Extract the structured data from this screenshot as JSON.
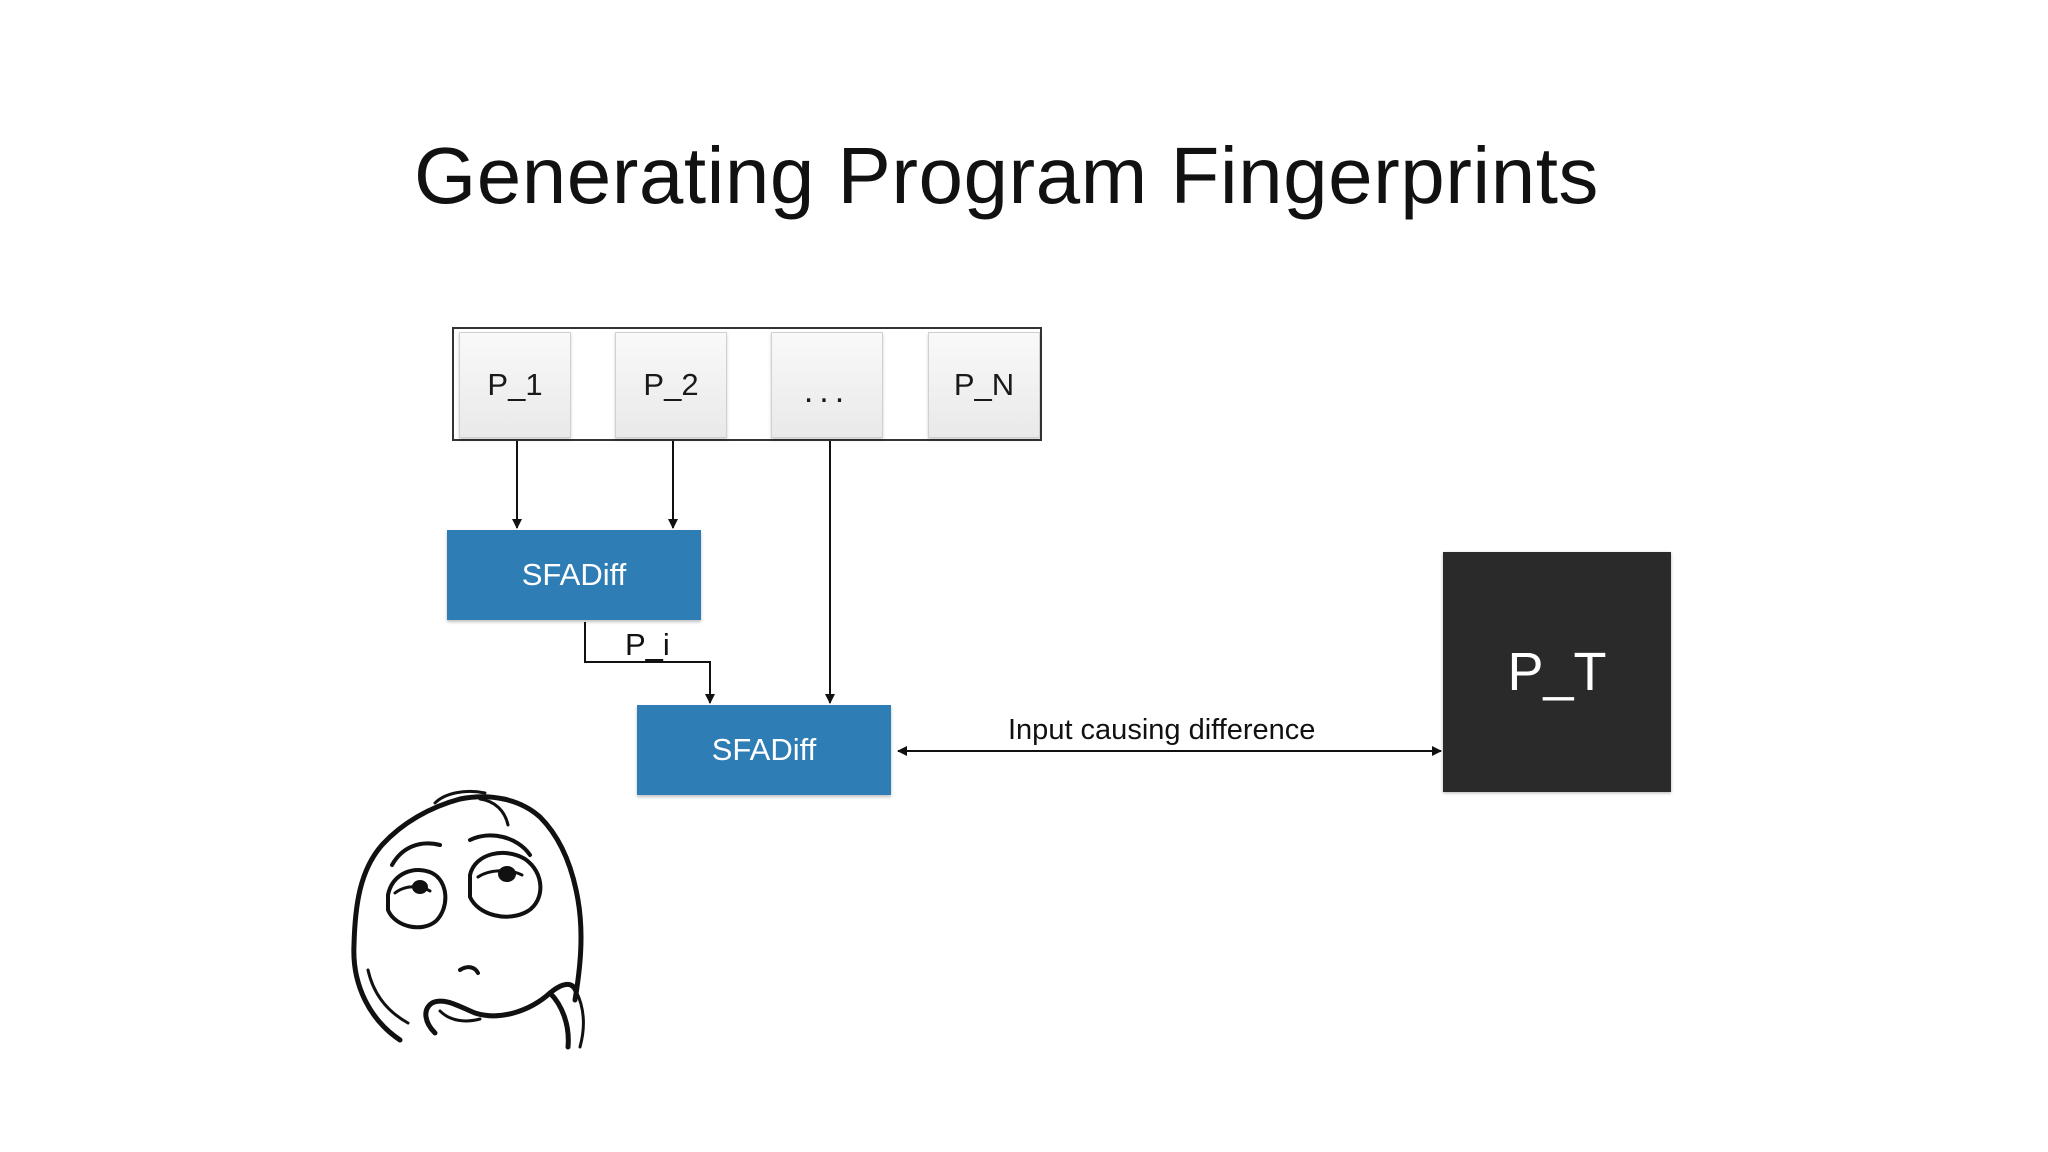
{
  "slide": {
    "title": "Generating Program Fingerprints"
  },
  "diagram": {
    "programs": [
      {
        "label": "P_1"
      },
      {
        "label": "P_2"
      },
      {
        "label": "..."
      },
      {
        "label": "P_N"
      }
    ],
    "sfadiff_top": {
      "label": "SFADiff"
    },
    "sfadiff_bottom": {
      "label": "SFADiff"
    },
    "intermediate_label": "P_i",
    "target": {
      "label": "P_T"
    },
    "difference_label": "Input causing difference"
  },
  "colors": {
    "sfadiff_fill": "#2f7db5",
    "target_fill": "#2a2a2a",
    "line": "#111111"
  },
  "icons": {
    "thinking_face": "thinking-face-icon"
  }
}
